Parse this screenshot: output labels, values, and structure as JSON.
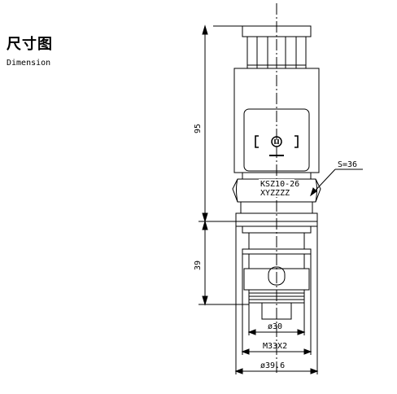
{
  "page": {
    "title": "尺寸图",
    "subtitle": "Dimension"
  },
  "drawing": {
    "product_label_line1": "KSZ10-26",
    "product_label_line2": "XYZZZZ",
    "dims": {
      "overall_height": "95",
      "cartridge_height": "39",
      "hex": "S=36",
      "diameter_inner": "ø30",
      "thread": "M33X2",
      "diameter_outer": "ø39.6"
    },
    "colors": {
      "line": "#000000",
      "background": "#ffffff"
    }
  }
}
